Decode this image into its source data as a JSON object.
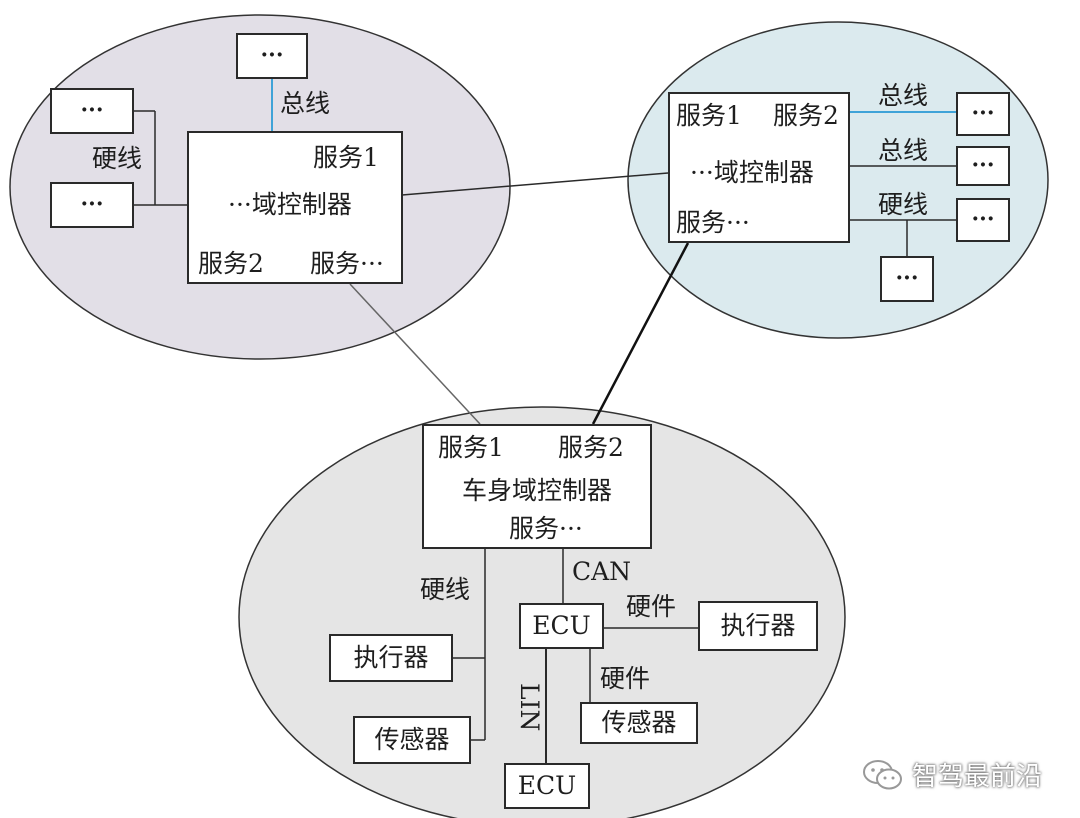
{
  "left_domain": {
    "controller": {
      "service1": "服务1",
      "name": "···域控制器",
      "service2": "服务2",
      "service_more": "服务···"
    },
    "bus_label": "总线",
    "hardwire_label": "硬线",
    "top_node": "···",
    "left_node1": "···",
    "left_node2": "···"
  },
  "right_domain": {
    "controller": {
      "service1": "服务1",
      "service2": "服务2",
      "name": "···域控制器",
      "service_more": "服务···"
    },
    "bus_label1": "总线",
    "bus_label2": "总线",
    "hardwire_label": "硬线",
    "node1": "···",
    "node2": "···",
    "node3": "···",
    "node4": "···"
  },
  "body_domain": {
    "controller": {
      "service1": "服务1",
      "service2": "服务2",
      "name": "车身域控制器",
      "service_more": "服务···"
    },
    "hardwire_label": "硬线",
    "can_label": "CAN",
    "lin_label": "LIN",
    "ecu_top": "ECU",
    "ecu_bottom": "ECU",
    "hardware_label1": "硬件",
    "hardware_label2": "硬件",
    "actuator_left": "执行器",
    "actuator_right": "执行器",
    "sensor_left": "传感器",
    "sensor_right": "传感器"
  },
  "watermark": {
    "text": "智驾最前沿",
    "icon": "wechat-icon"
  },
  "colors": {
    "left_ellipse": "#e2dfe7",
    "right_ellipse": "#dbeaee",
    "bottom_ellipse": "#e5e5e5",
    "bus_line": "#3fa3d8",
    "line": "#2a2a2a"
  }
}
